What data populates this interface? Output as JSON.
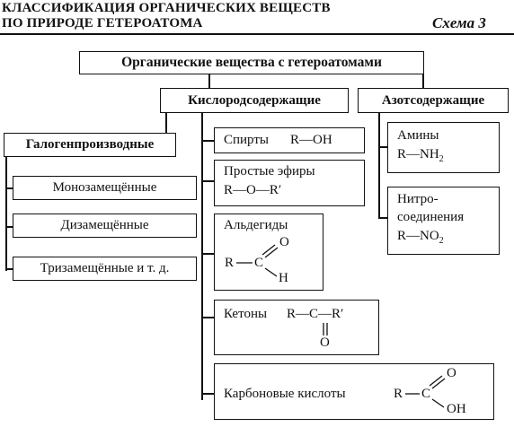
{
  "header": {
    "title_line1": "КЛАССИФИКАЦИЯ ОРГАНИЧЕСКИХ ВЕЩЕСТВ",
    "title_line2": "ПО ПРИРОДЕ ГЕТЕРОАТОМА",
    "schema_label": "Схема 3"
  },
  "root": {
    "label": "Органические вещества с гетероатомами"
  },
  "halogen": {
    "label": "Галогенпроизводные",
    "items": [
      "Монозамещённые",
      "Дизамещённые",
      "Тризамещённые и т. д."
    ]
  },
  "oxygen": {
    "label": "Кислородсодержащие",
    "alcohols": {
      "name": "Спирты",
      "formula": "R—OH"
    },
    "ethers": {
      "name": "Простые эфиры",
      "formula": "R—O—R′"
    },
    "aldehydes": {
      "name": "Альдегиды",
      "r": "R",
      "c": "C",
      "o": "O",
      "h": "H"
    },
    "ketones": {
      "name": "Кетоны",
      "formula": "R—C—R′",
      "o": "O"
    },
    "acids": {
      "name": "Карбоновые кислоты",
      "r": "R",
      "c": "C",
      "o": "O",
      "oh": "OH"
    }
  },
  "nitrogen": {
    "label": "Азотсодержащие",
    "amines": {
      "name": "Амины",
      "formula_main": "R—NH",
      "sub": "2"
    },
    "nitro": {
      "name_line1": "Нитро-",
      "name_line2": "соединения",
      "formula_main": "R—NO",
      "sub": "2"
    }
  }
}
